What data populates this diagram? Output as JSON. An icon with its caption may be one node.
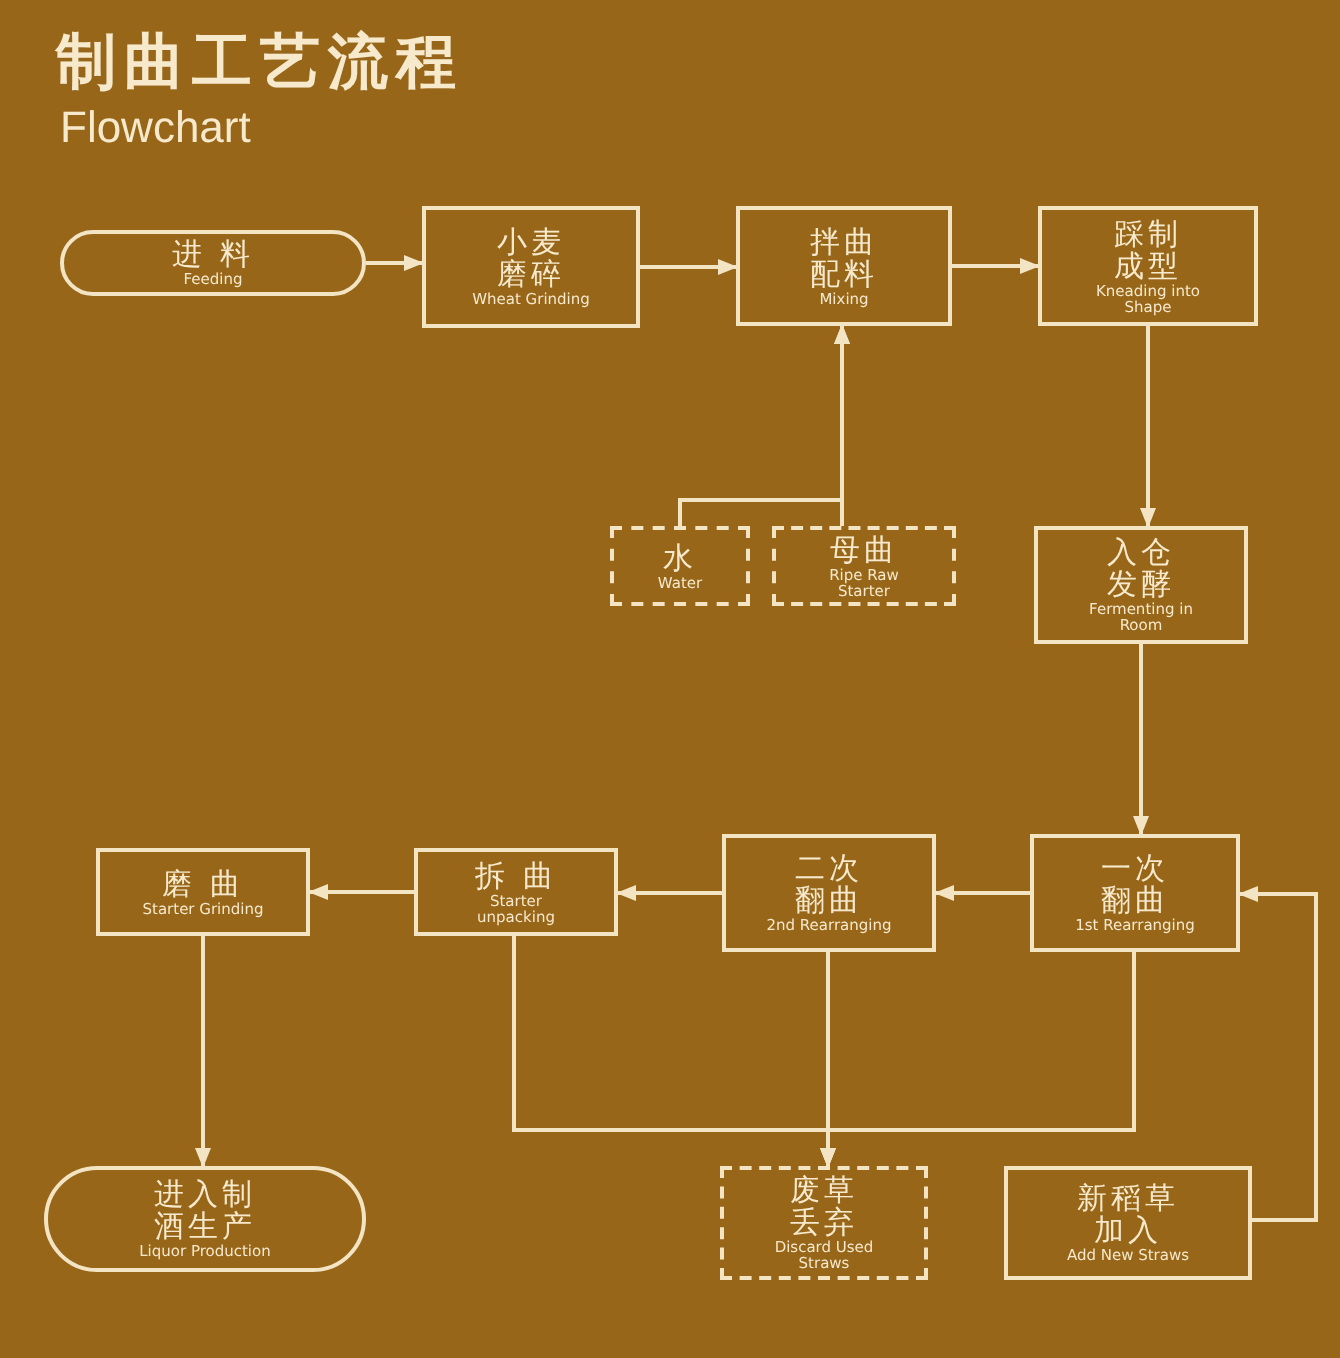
{
  "diagram": {
    "title": "制曲工艺流程",
    "nodes": [
      {
        "text": [
          "进 料",
          "Feeding"
        ]
      },
      {
        "text": [
          "小麦磨碎",
          "Wheat Grinding"
        ]
      },
      {
        "text": [
          "拌曲配料",
          "Mixing"
        ]
      },
      {
        "text": [
          "踩制成型",
          "Kneading into Shape"
        ]
      },
      {
        "text": [
          "水",
          "Water"
        ]
      },
      {
        "text": [
          "母曲",
          "Ripe Raw Starter"
        ]
      },
      {
        "text": [
          "入仓发酵",
          "Fermenting in Room"
        ]
      },
      {
        "text": [
          "一次翻曲",
          "1st Rearranging"
        ]
      },
      {
        "text": [
          "二次翻曲",
          "2nd Rearranging"
        ]
      },
      {
        "text": [
          "拆 曲",
          "Starter unpacking"
        ]
      },
      {
        "text": [
          "磨 曲",
          "Starter Grinding"
        ]
      },
      {
        "text": [
          "进入制酒生产",
          "Liquor Production"
        ]
      },
      {
        "text": [
          "废草丢弃",
          "Discard Used Straws"
        ]
      },
      {
        "text": [
          "新稻草加入",
          "Add New Straws"
        ]
      }
    ],
    "edges": [
      {
        "from": 0,
        "to": 1,
        "arrow": "to"
      },
      {
        "from": 1,
        "to": 2,
        "arrow": "to"
      },
      {
        "from": 2,
        "to": 3,
        "arrow": "to"
      },
      {
        "from": 3,
        "to": 6,
        "arrow": "to"
      },
      {
        "from": 4,
        "to": 2,
        "arrow": "to"
      },
      {
        "from": 5,
        "to": 2,
        "arrow": "to"
      },
      {
        "from": 6,
        "to": 7,
        "arrow": "to"
      },
      {
        "from": 7,
        "to": 8,
        "arrow": "to"
      },
      {
        "from": 8,
        "to": 9,
        "arrow": "to"
      },
      {
        "from": 9,
        "to": 10,
        "arrow": "to"
      },
      {
        "from": 10,
        "to": 11,
        "arrow": "to"
      },
      {
        "from": 7,
        "to": 12,
        "arrow": "to"
      },
      {
        "from": 8,
        "to": 12,
        "arrow": "to"
      },
      {
        "from": 9,
        "to": 12,
        "arrow": "to"
      },
      {
        "from": 13,
        "to": 7,
        "arrow": "to"
      }
    ],
    "labels": [
      "Flowchart"
    ]
  }
}
